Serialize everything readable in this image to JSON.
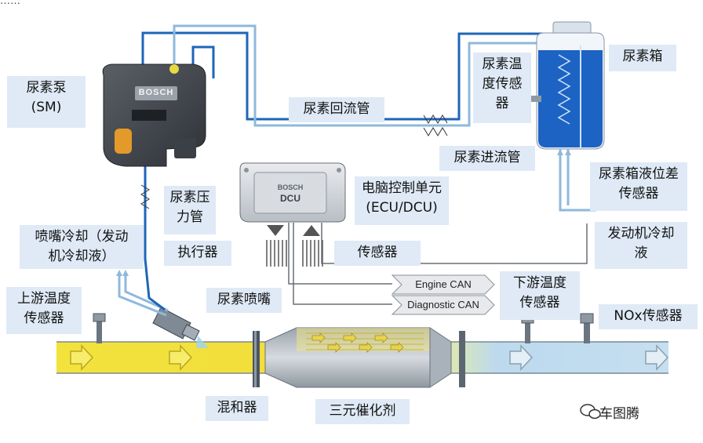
{
  "top_fragment": "……",
  "labels": {
    "urea_pump": "尿素泵\n(SM)",
    "urea_tank": "尿素箱",
    "urea_temp_sensor": "尿素温\n度传感\n器",
    "return_pipe": "尿素回流管",
    "inlet_pipe": "尿素进流管",
    "level_sensor": "尿素箱液位差\n传感器",
    "pressure_pipe": "尿素压\n力管",
    "ecu": "电脑控制单元\n(ECU/DCU)",
    "nozzle_cooling": "喷嘴冷却（发动\n机冷却液）",
    "engine_coolant": "发动机冷却\n液",
    "actuator": "执行器",
    "sensor": "传感器",
    "upstream_temp": "上游温度\n传感器",
    "urea_nozzle": "尿素喷嘴",
    "downstream_temp": "下游温度\n传感器",
    "nox_sensor": "NOx传感器",
    "mixer": "混和器",
    "catalyst": "三元催化剂"
  },
  "bus_tags": {
    "engine_can": "Engine CAN",
    "diagnostic_can": "Diagnostic CAN"
  },
  "pump_brand": "BOSCH",
  "ecu_brand": "BOSCH",
  "ecu_text": "DCU",
  "watermark": "车图腾",
  "colors": {
    "label_bg": "#dfeaf6",
    "urea_blue": "#1c63c4",
    "exhaust_hot": "#f2df3a",
    "exhaust_cool": "#bcd9ee",
    "pipe_line": "#3b7fbf"
  }
}
